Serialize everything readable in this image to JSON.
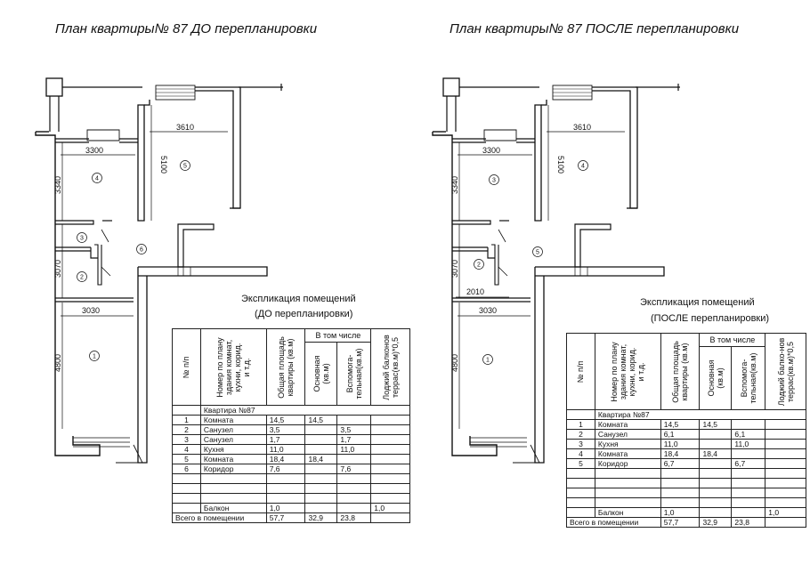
{
  "titles": {
    "before": "План квартиры№ 87 ДО перепланировки",
    "after": "План квартиры№ 87 ПОСЛЕ перепланировки"
  },
  "plans": {
    "before": {
      "dims": [
        "3610",
        "3300",
        "5100",
        "3340",
        "3070",
        "3030",
        "4800"
      ],
      "rooms": [
        "1",
        "2",
        "3",
        "4",
        "5",
        "6"
      ]
    },
    "after": {
      "dims": [
        "3610",
        "3300",
        "5100",
        "3340",
        "3070",
        "2010",
        "3030",
        "4800"
      ],
      "rooms": [
        "1",
        "2",
        "3",
        "4",
        "5"
      ]
    }
  },
  "explication": {
    "caption": "Экспликация помещений",
    "before_sub": "(ДО перепланировки)",
    "after_sub": "(ПОСЛЕ перепланировки)",
    "headers": {
      "num": "№ п/п",
      "name": "Номер по плану\nздания комнат,\nкухни, корид.\nи т.д.",
      "total": "Общая площадь\nквартиры (кв.м)",
      "incl": "В том числе",
      "main": "Основная\n(кв.м)",
      "aux": "Вспомога-\nтельная(кв.м)",
      "loggia_before": "Лоджий балконов\nтеррас(кв.м)*0,5",
      "loggia_after": "Лоджий балко-нов\nтеррас(кв.м)*0,5"
    },
    "apartment": "Квартира №87",
    "before_rows": [
      [
        "1",
        "Комната",
        "14,5",
        "14,5",
        "",
        ""
      ],
      [
        "2",
        "Санузел",
        "3,5",
        "",
        "3,5",
        ""
      ],
      [
        "3",
        "Санузел",
        "1,7",
        "",
        "1,7",
        ""
      ],
      [
        "4",
        "Кухня",
        "11,0",
        "",
        "11,0",
        ""
      ],
      [
        "5",
        "Комната",
        "18,4",
        "18,4",
        "",
        ""
      ],
      [
        "6",
        "Коридор",
        "7,6",
        "",
        "7,6",
        ""
      ],
      [
        "",
        "",
        "",
        "",
        "",
        ""
      ],
      [
        "",
        "",
        "",
        "",
        "",
        ""
      ],
      [
        "",
        "",
        "",
        "",
        "",
        ""
      ],
      [
        "",
        "Балкон",
        "1,0",
        "",
        "",
        "1,0"
      ]
    ],
    "before_total": [
      "Всего в  помещении",
      "57,7",
      "32,9",
      "23,8",
      ""
    ],
    "after_rows": [
      [
        "1",
        "Комната",
        "14,5",
        "14,5",
        "",
        ""
      ],
      [
        "2",
        "Санузел",
        "6,1",
        "",
        "6,1",
        ""
      ],
      [
        "3",
        "Кухня",
        "11,0",
        "",
        "11,0",
        ""
      ],
      [
        "4",
        "Комната",
        "18,4",
        "18,4",
        "",
        ""
      ],
      [
        "5",
        "Коридор",
        "6,7",
        "",
        "6,7",
        ""
      ],
      [
        "",
        "",
        "",
        "",
        "",
        ""
      ],
      [
        "",
        "",
        "",
        "",
        "",
        ""
      ],
      [
        "",
        "",
        "",
        "",
        "",
        ""
      ],
      [
        "",
        "",
        "",
        "",
        "",
        ""
      ],
      [
        "",
        "Балкон",
        "1,0",
        "",
        "",
        "1,0"
      ]
    ],
    "after_total": [
      "Всего в  помещении",
      "57,7",
      "32,9",
      "23,8",
      ""
    ]
  }
}
